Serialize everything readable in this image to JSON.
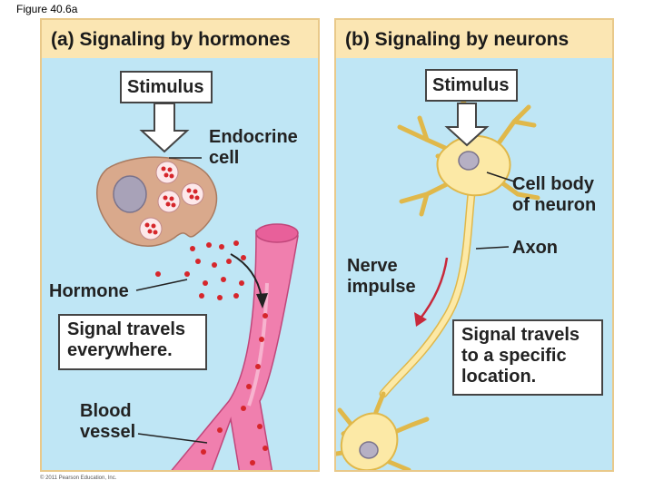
{
  "figure_caption": "Figure 40.6a",
  "copyright": "© 2011 Pearson Education, Inc.",
  "panel_a": {
    "title": "(a) Signaling by hormones",
    "stimulus": "Stimulus",
    "endocrine_cell": "Endocrine cell",
    "hormone": "Hormone",
    "signal": "Signal travels everywhere.",
    "blood_vessel": "Blood vessel"
  },
  "panel_b": {
    "title": "(b) Signaling by neurons",
    "stimulus": "Stimulus",
    "cell_body": "Cell body of neuron",
    "axon": "Axon",
    "nerve_impulse": "Nerve impulse",
    "signal": "Signal travels to a specific location."
  },
  "colors": {
    "panel_bg": "#bfe6f5",
    "header_bg": "#fbe6b3",
    "vessel": "#f07fae",
    "cell": "#d9a98c",
    "neuron": "#fce9a6",
    "hormone_dot": "#d6262b"
  }
}
